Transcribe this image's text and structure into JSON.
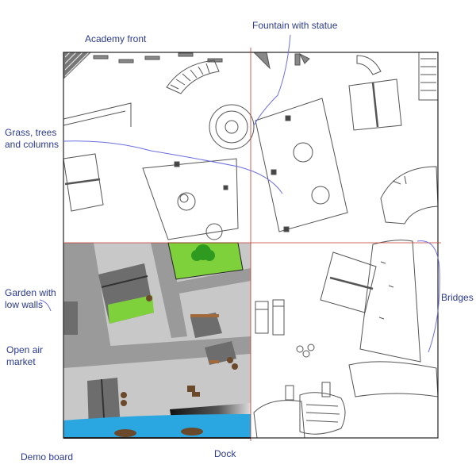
{
  "labels": {
    "academy_front": "Academy front",
    "fountain": "Fountain with statue",
    "grass_line1": "Grass, trees",
    "grass_line2": "and columns",
    "garden_line1": "Garden with",
    "garden_line2": "low walls",
    "market_line1": "Open air",
    "market_line2": "market",
    "bridges": "Bridges",
    "demo_board": "Demo board",
    "dock": "Dock"
  },
  "colors": {
    "label": "#2b3a8c",
    "grid_line": "#c0392b",
    "grass": "#7fd13b",
    "pavement": "#c8c8c8",
    "road": "#9a9a9a",
    "building": "#6d6d6d",
    "water": "#2aa6e0",
    "boat": "#6b4a2b",
    "sketch": "#555555"
  },
  "icons": [
    "tree-icon",
    "barrel-icon",
    "boat-icon",
    "bridge-icon",
    "fountain-icon"
  ]
}
